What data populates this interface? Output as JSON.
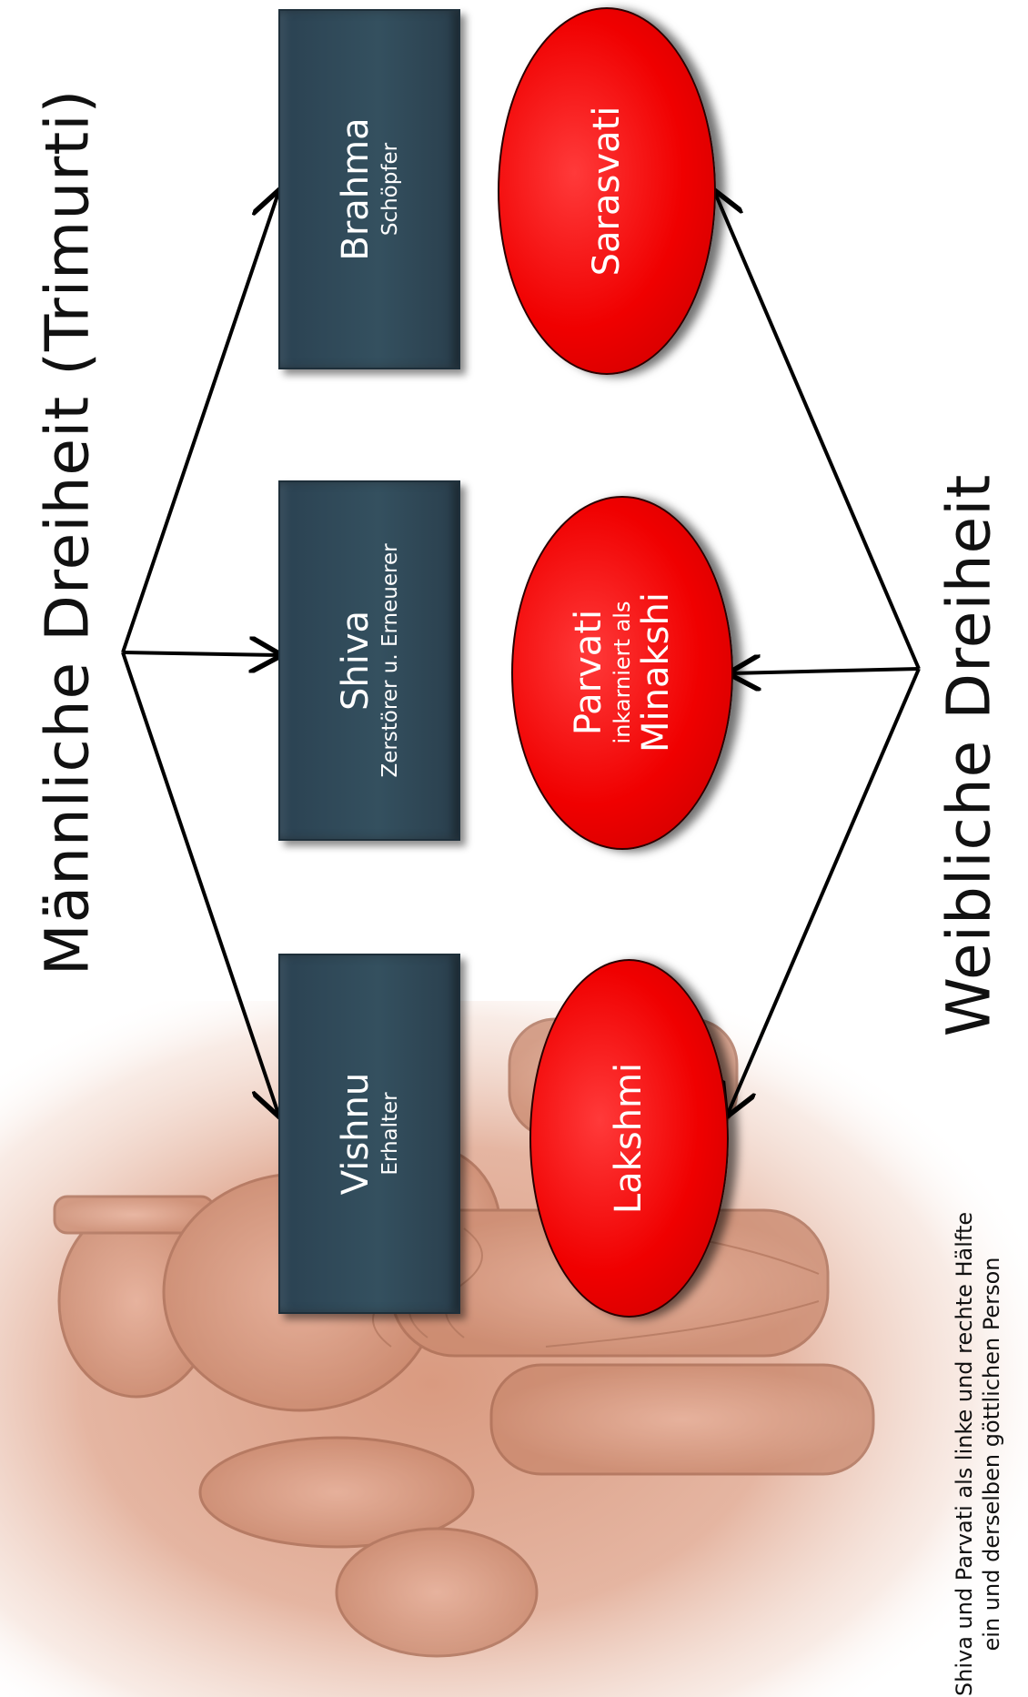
{
  "titles": {
    "male": "Männliche Dreiheit (Trimurti)",
    "female": "Weibliche Dreiheit"
  },
  "male_gods": [
    {
      "name": "Brahma",
      "role": "Schöpfer"
    },
    {
      "name": "Shiva",
      "role": "Zerstörer u. Erneuerer"
    },
    {
      "name": "Vishnu",
      "role": "Erhalter"
    }
  ],
  "female_goddesses": [
    {
      "name": "Sarasvati"
    },
    {
      "name": "Parvati",
      "subtitle": "inkarniert als",
      "incarnation": "Minakshi"
    },
    {
      "name": "Lakshmi"
    }
  ],
  "caption": {
    "line1": "Shiva und Parvati als linke und rechte Hälfte",
    "line2": "ein und derselben göttlichen Person"
  },
  "colors": {
    "box": "#34505f",
    "ellipse": "#f00000",
    "arrow": "#000000"
  }
}
